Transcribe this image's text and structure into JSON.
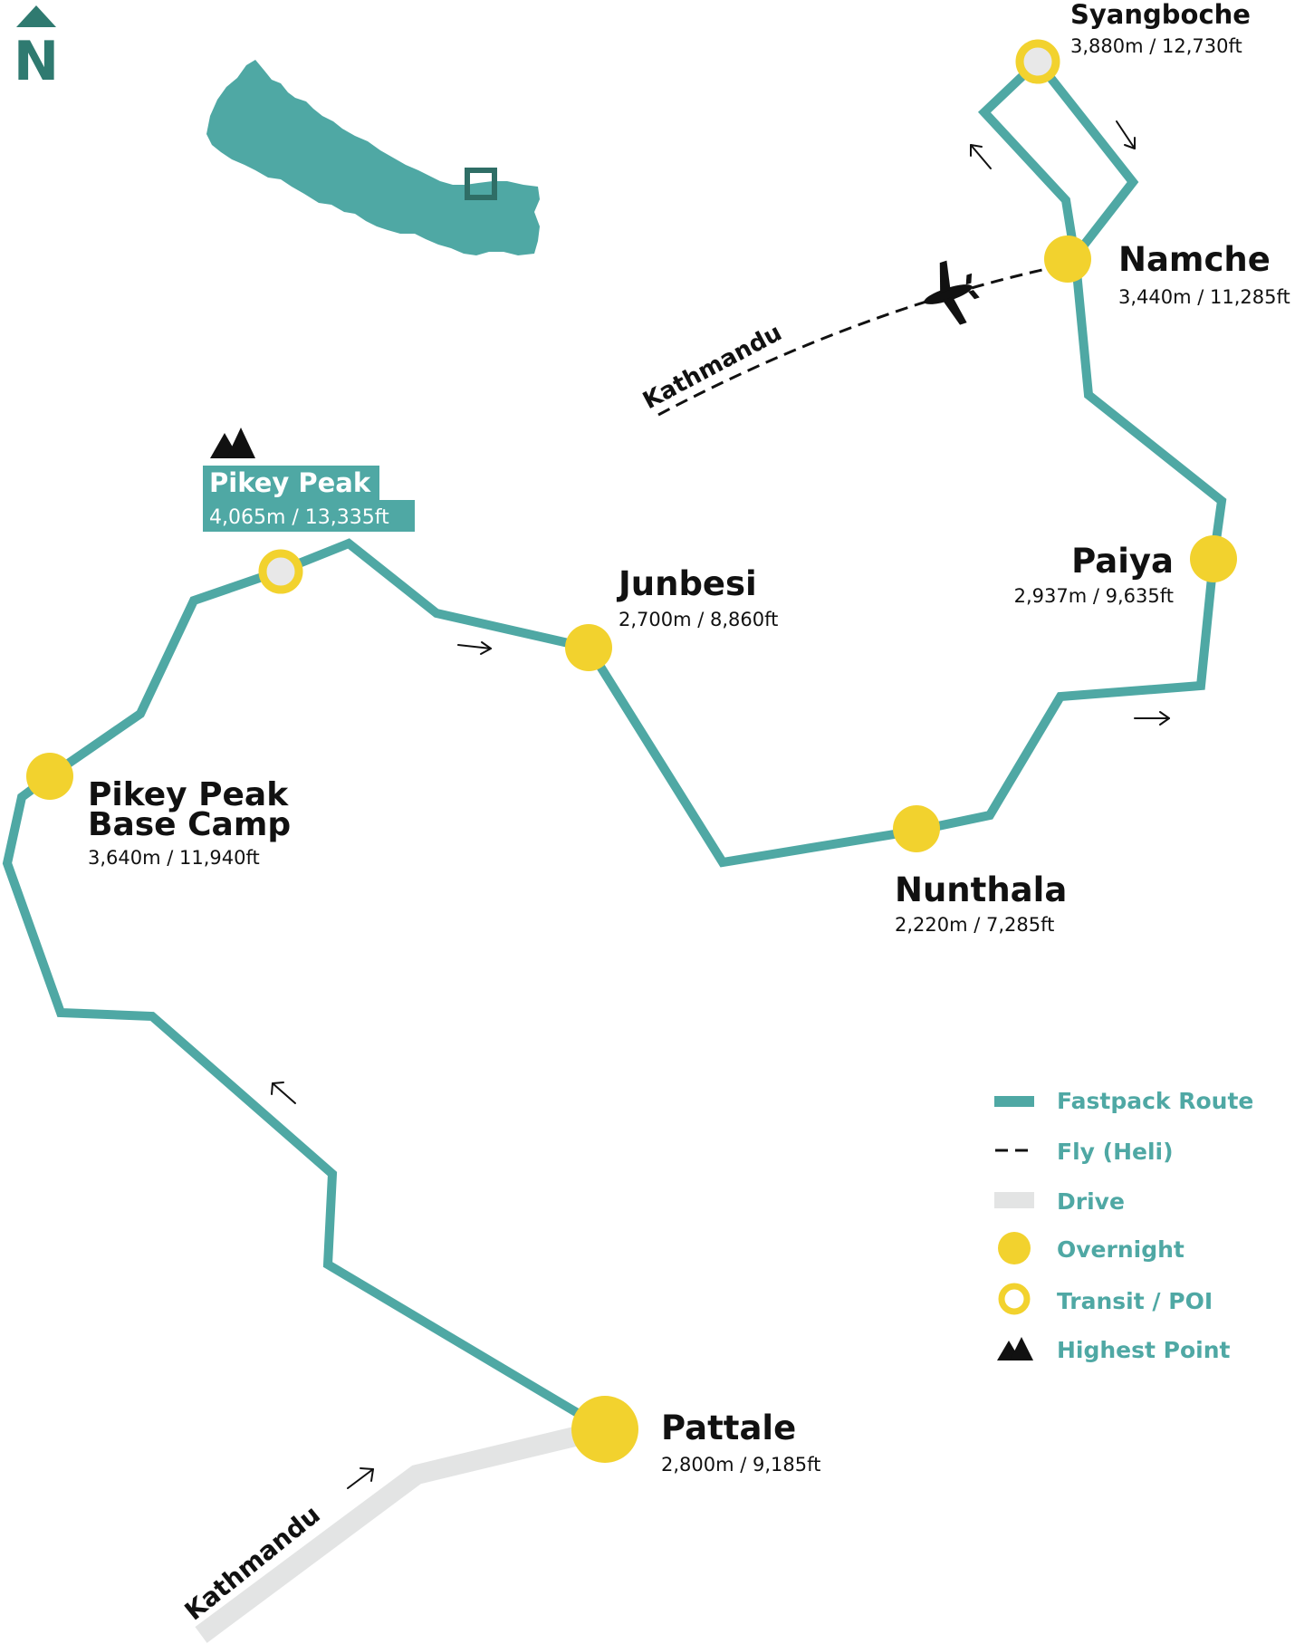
{
  "colors": {
    "route": "#4fa8a4",
    "overnight": "#f2d22e",
    "drive": "#e3e4e4",
    "ink": "#111111",
    "north": "#2f7a70"
  },
  "north_label": "N",
  "places": {
    "syangboche": {
      "name": "Syangboche",
      "elevation": "3,880m / 12,730ft",
      "kind": "Transit / POI"
    },
    "namche": {
      "name": "Namche",
      "elevation": "3,440m / 11,285ft",
      "kind": "Overnight"
    },
    "paiya": {
      "name": "Paiya",
      "elevation": "2,937m / 9,635ft",
      "kind": "Overnight"
    },
    "junbesi": {
      "name": "Junbesi",
      "elevation": "2,700m / 8,860ft",
      "kind": "Overnight"
    },
    "pikey_peak": {
      "name": "Pikey Peak",
      "elevation": "4,065m / 13,335ft",
      "kind": "Highest Point"
    },
    "pikey_base_camp": {
      "name_line1": "Pikey Peak",
      "name_line2": "Base Camp",
      "elevation": "3,640m / 11,940ft",
      "kind": "Overnight"
    },
    "nunthala": {
      "name": "Nunthala",
      "elevation": "2,220m / 7,285ft",
      "kind": "Overnight"
    },
    "pattale": {
      "name": "Pattale",
      "elevation": "2,800m / 9,185ft",
      "kind": "Overnight"
    }
  },
  "fly_label": "Kathmandu",
  "drive_label": "Kathmandu",
  "legend": [
    {
      "label": "Fastpack Route",
      "symbol": "route-line"
    },
    {
      "label": "Fly (Heli)",
      "symbol": "dashed-line"
    },
    {
      "label": "Drive",
      "symbol": "drive-line"
    },
    {
      "label": "Overnight",
      "symbol": "overnight-dot"
    },
    {
      "label": "Transit / POI",
      "symbol": "transit-ring"
    },
    {
      "label": "Highest Point",
      "symbol": "mountain-icon"
    }
  ]
}
